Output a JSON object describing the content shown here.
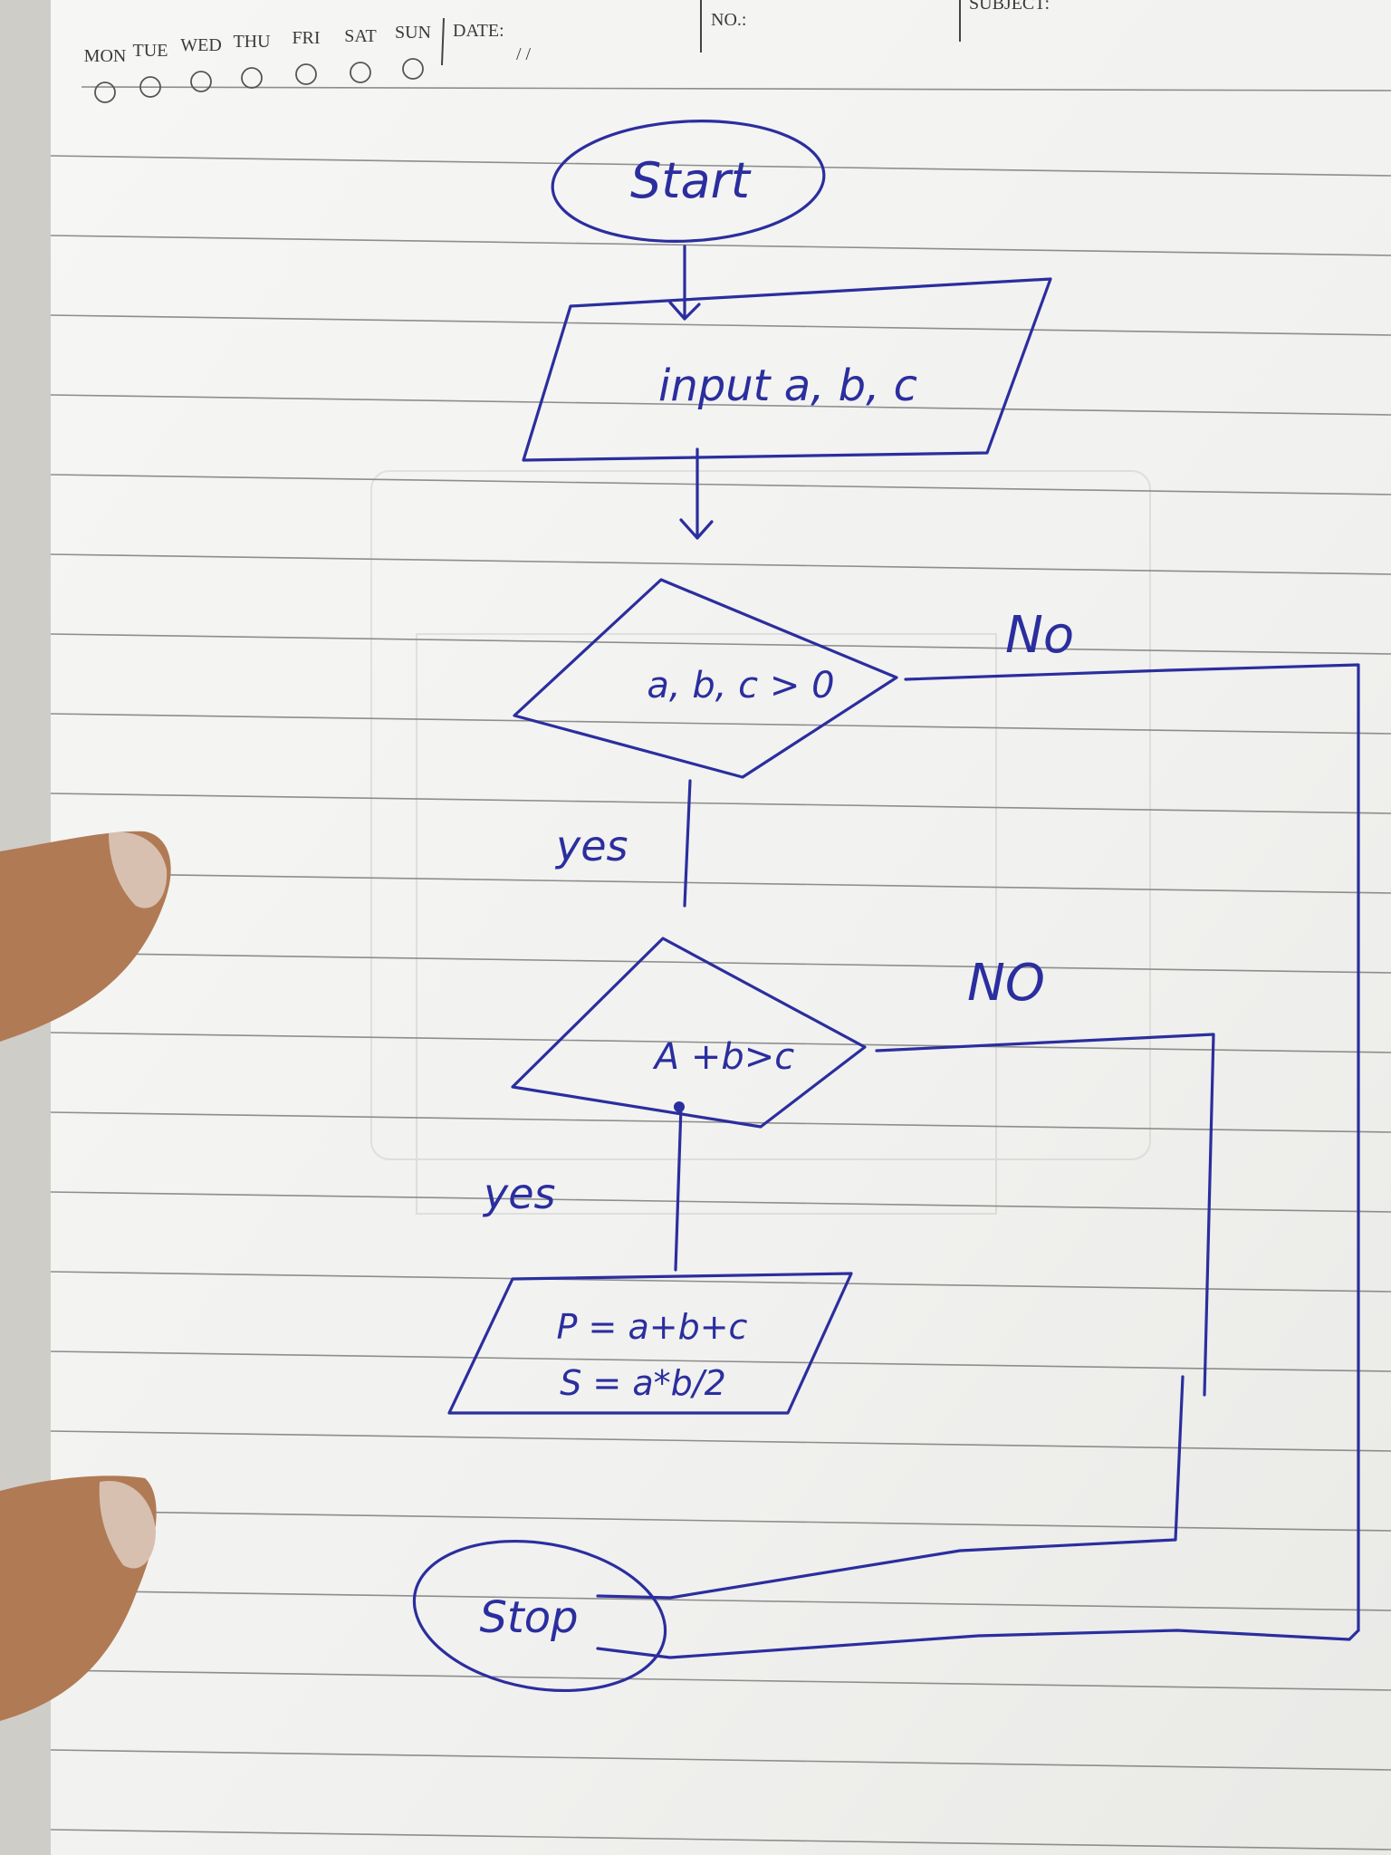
{
  "header": {
    "days": [
      "MON",
      "TUE",
      "WED",
      "THU",
      "FRI",
      "SAT",
      "SUN"
    ],
    "date_label": "DATE:",
    "date_value": "/     /",
    "no_label": "NO.:",
    "subject_label": "SUBJECT:"
  },
  "flowchart": {
    "start": "Start",
    "input": "input a, b, c",
    "decision1": "a, b, c > 0",
    "decision1_no": "No",
    "decision1_yes": "yes",
    "decision2": "A +b>c",
    "decision2_no": "NO",
    "decision2_yes": "yes",
    "process_line1": "P = a+b+c",
    "process_line2": "S = a*b/2",
    "stop": "Stop"
  },
  "colors": {
    "ink": "#2b2e9e",
    "paper": "#f3f3f1",
    "rule": "#8d8d8d"
  }
}
